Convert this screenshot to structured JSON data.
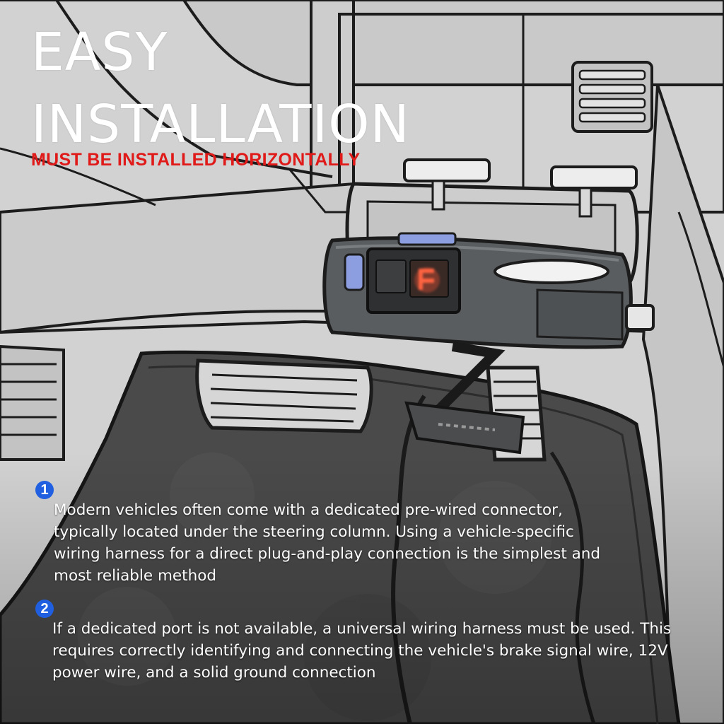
{
  "headline": {
    "line1": "EASY",
    "line2": "INSTALLATION"
  },
  "subheadline": "MUST BE INSTALLED HORIZONTALLY",
  "steps": [
    {
      "number": "1",
      "text": "Modern vehicles often come with a dedicated pre-wired connector, typically located under the steering column. Using a vehicle-specific wiring harness for a direct plug-and-play connection is the simplest and most reliable method"
    },
    {
      "number": "2",
      "text": "If a dedicated port is not available, a universal wiring harness must be used. This requires correctly identifying and connecting the vehicle's brake signal wire, 12V power wire, and a solid ground connection"
    }
  ],
  "colors": {
    "headline": "#ffffff",
    "subheadline": "#e01919",
    "step_badge": "#1f5fe0",
    "device_display": "#ff5a3a"
  }
}
